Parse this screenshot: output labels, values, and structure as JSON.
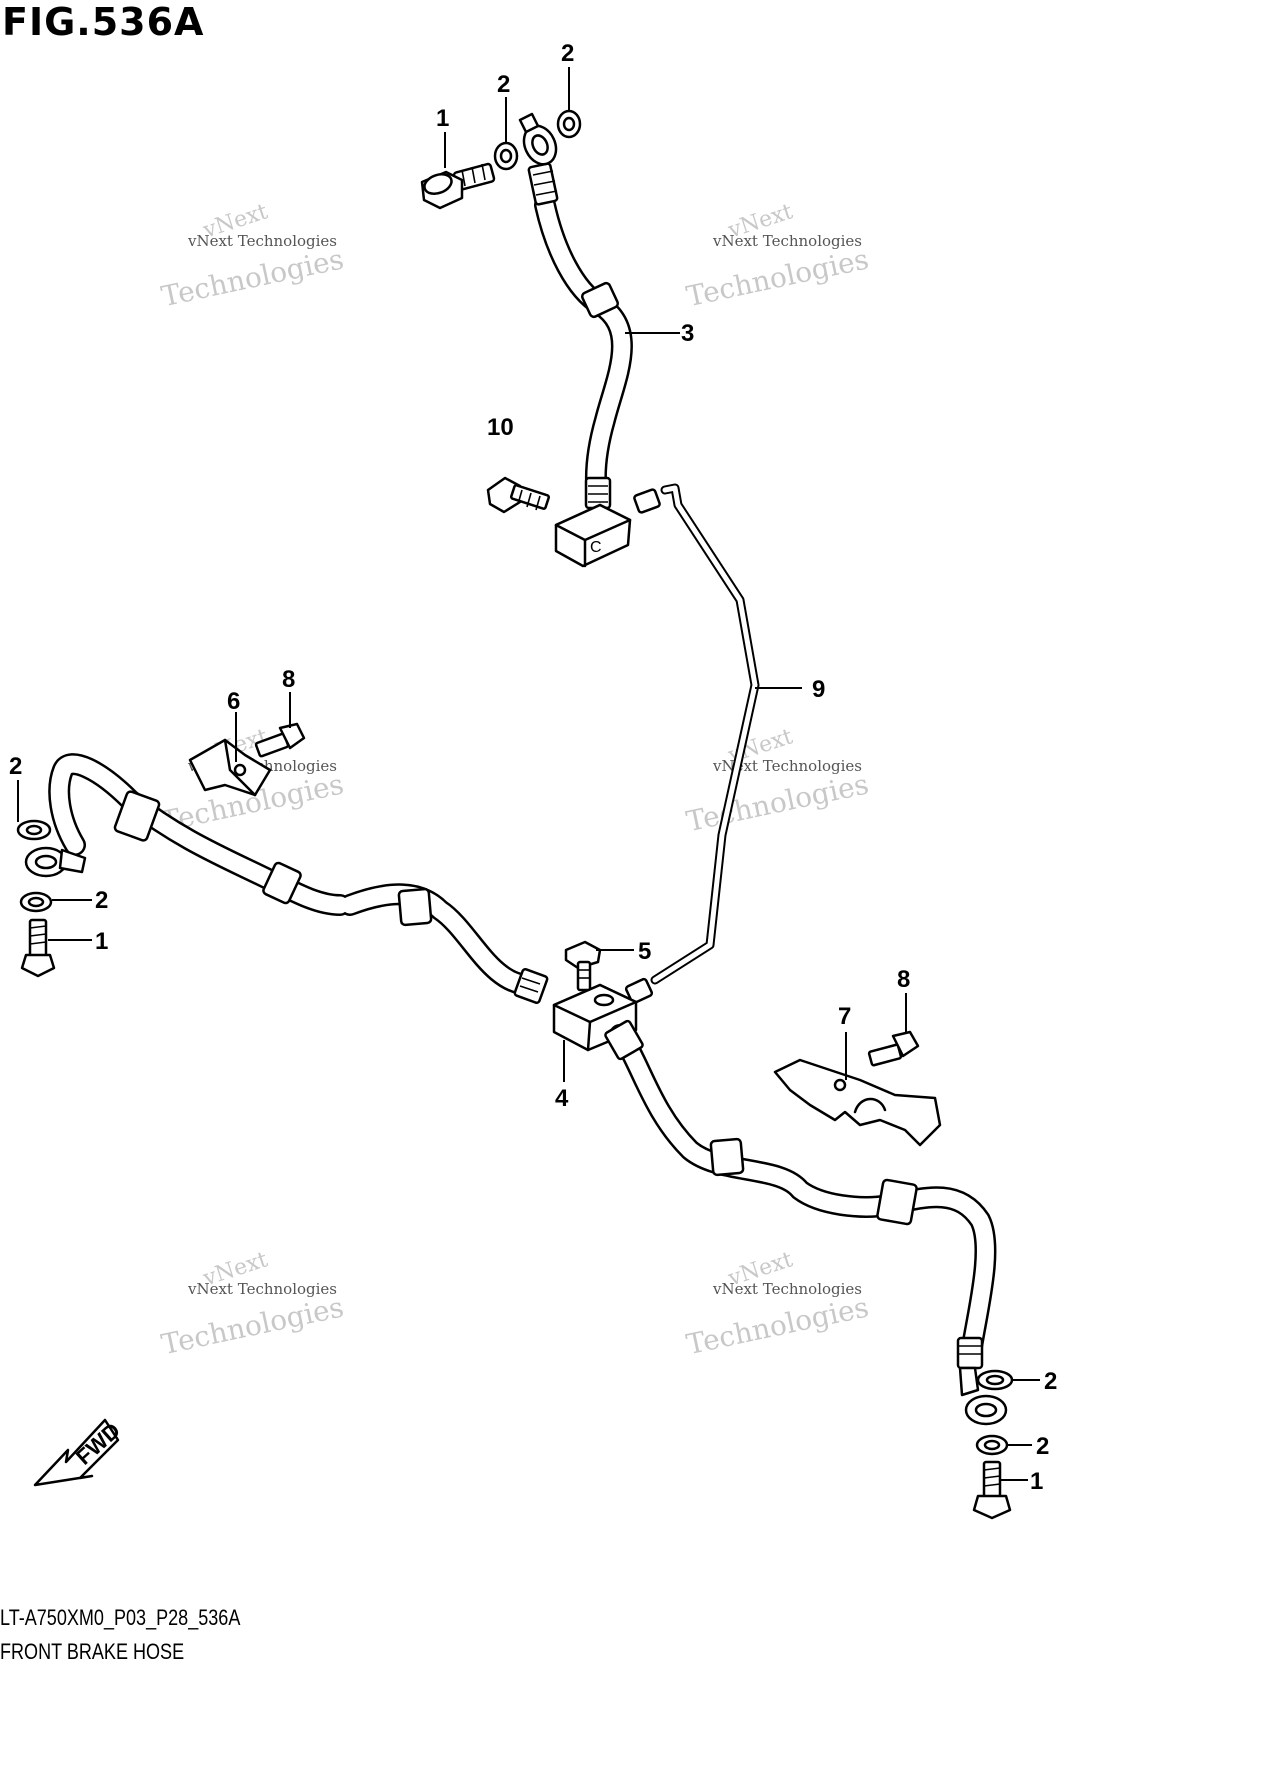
{
  "figure": {
    "title": "FIG.536A",
    "code": "LT-A750XM0_P03_P28_536A",
    "name": "FRONT BRAKE HOSE"
  },
  "direction_arrow": {
    "label": "FWD",
    "icon": "fwd-arrow-icon"
  },
  "watermark": {
    "line1": "vNext",
    "line2": "vNext Technologies",
    "line3": "Technologies"
  },
  "callouts": {
    "p1_top": "1",
    "p2_top_a": "2",
    "p2_top_b": "2",
    "p3": "3",
    "p10": "10",
    "p9": "9",
    "p6": "6",
    "p8_left": "8",
    "p2_left_a": "2",
    "p2_left_b": "2",
    "p1_left": "1",
    "p5": "5",
    "p4": "4",
    "p7": "7",
    "p8_right": "8",
    "p2_right_a": "2",
    "p2_right_b": "2",
    "p1_right": "1"
  }
}
